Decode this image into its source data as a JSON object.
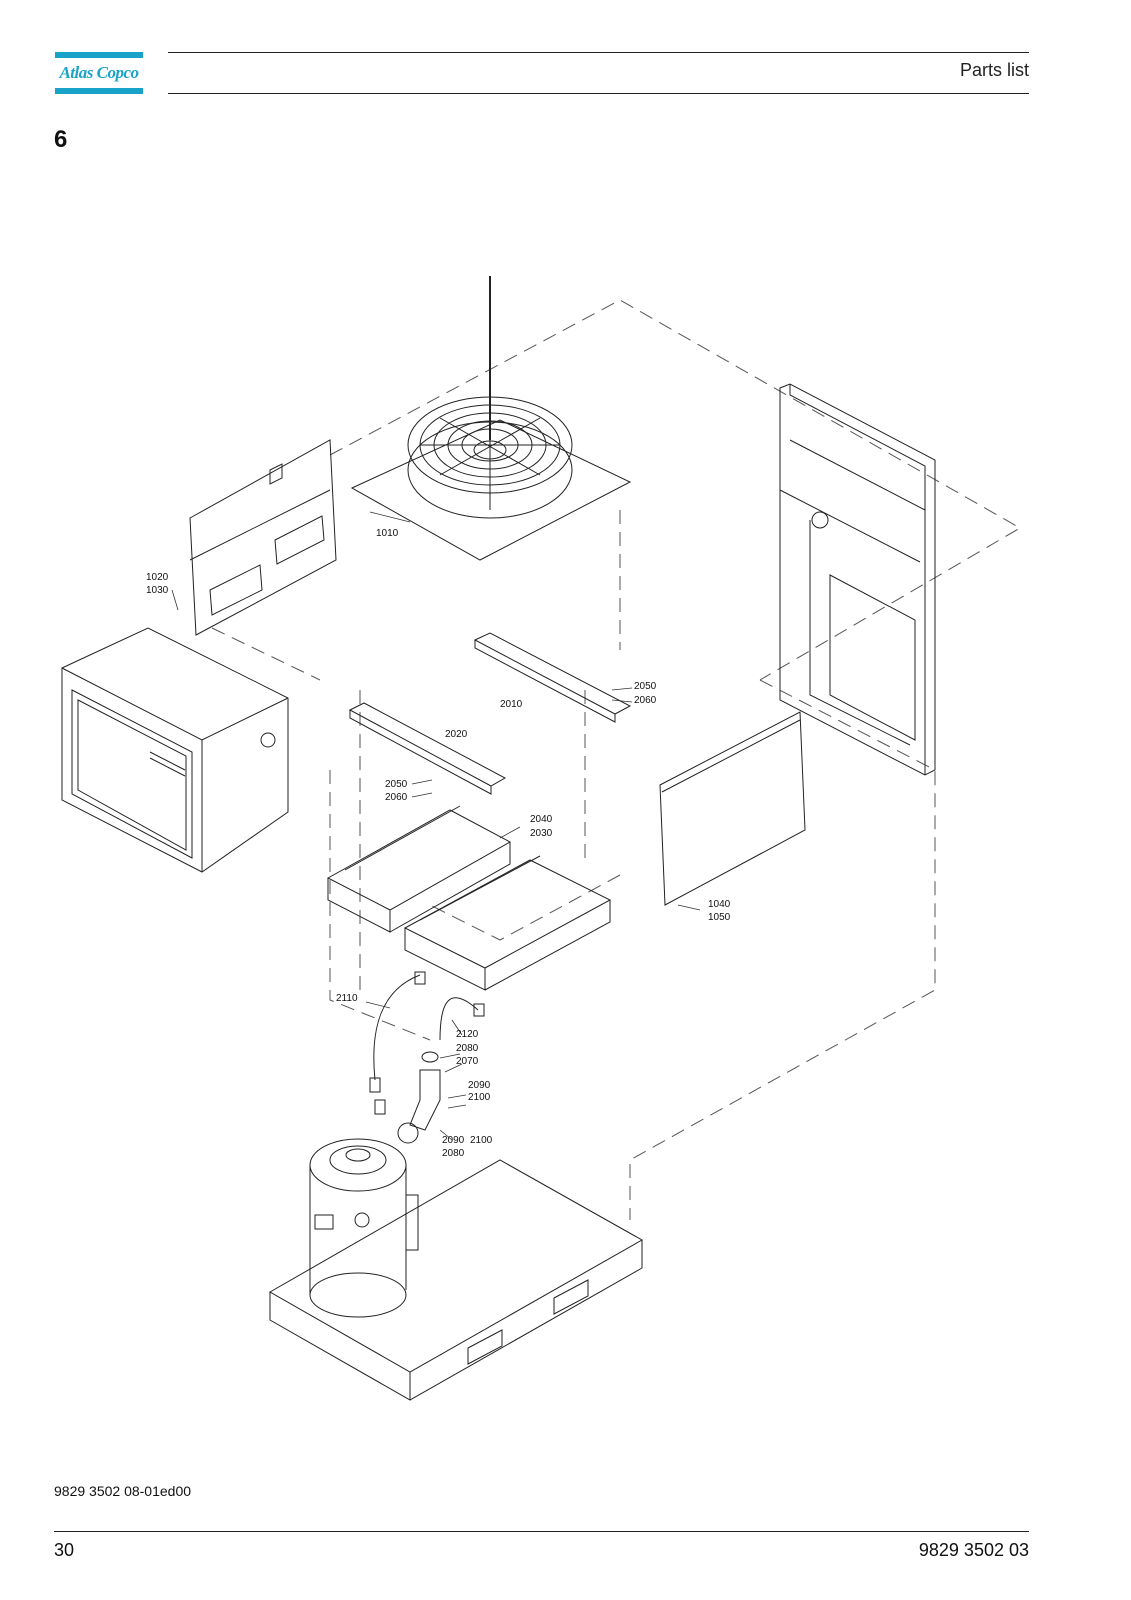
{
  "header": {
    "logo_text": "Atlas Copco",
    "title": "Parts list",
    "brand_color": "#1aa3c9"
  },
  "section": {
    "number": "6"
  },
  "callouts": {
    "c1010": "1010",
    "c1020": "1020",
    "c1030": "1030",
    "c1040": "1040",
    "c1050": "1050",
    "c2010": "2010",
    "c2020": "2020",
    "c2030": "2030",
    "c2040": "2040",
    "c2050a": "2050",
    "c2060a": "2060",
    "c2050b": "2050",
    "c2060b": "2060",
    "c2070": "2070",
    "c2080a": "2080",
    "c2080b": "2080",
    "c2090a": "2090",
    "c2100a": "2100",
    "c2090b": "2090",
    "c2100b": "2100",
    "c2110": "2110",
    "c2120": "2120"
  },
  "footer": {
    "doc_ref": "9829 3502 08-01ed00",
    "page_number": "30",
    "doc_number": "9829 3502 03"
  }
}
